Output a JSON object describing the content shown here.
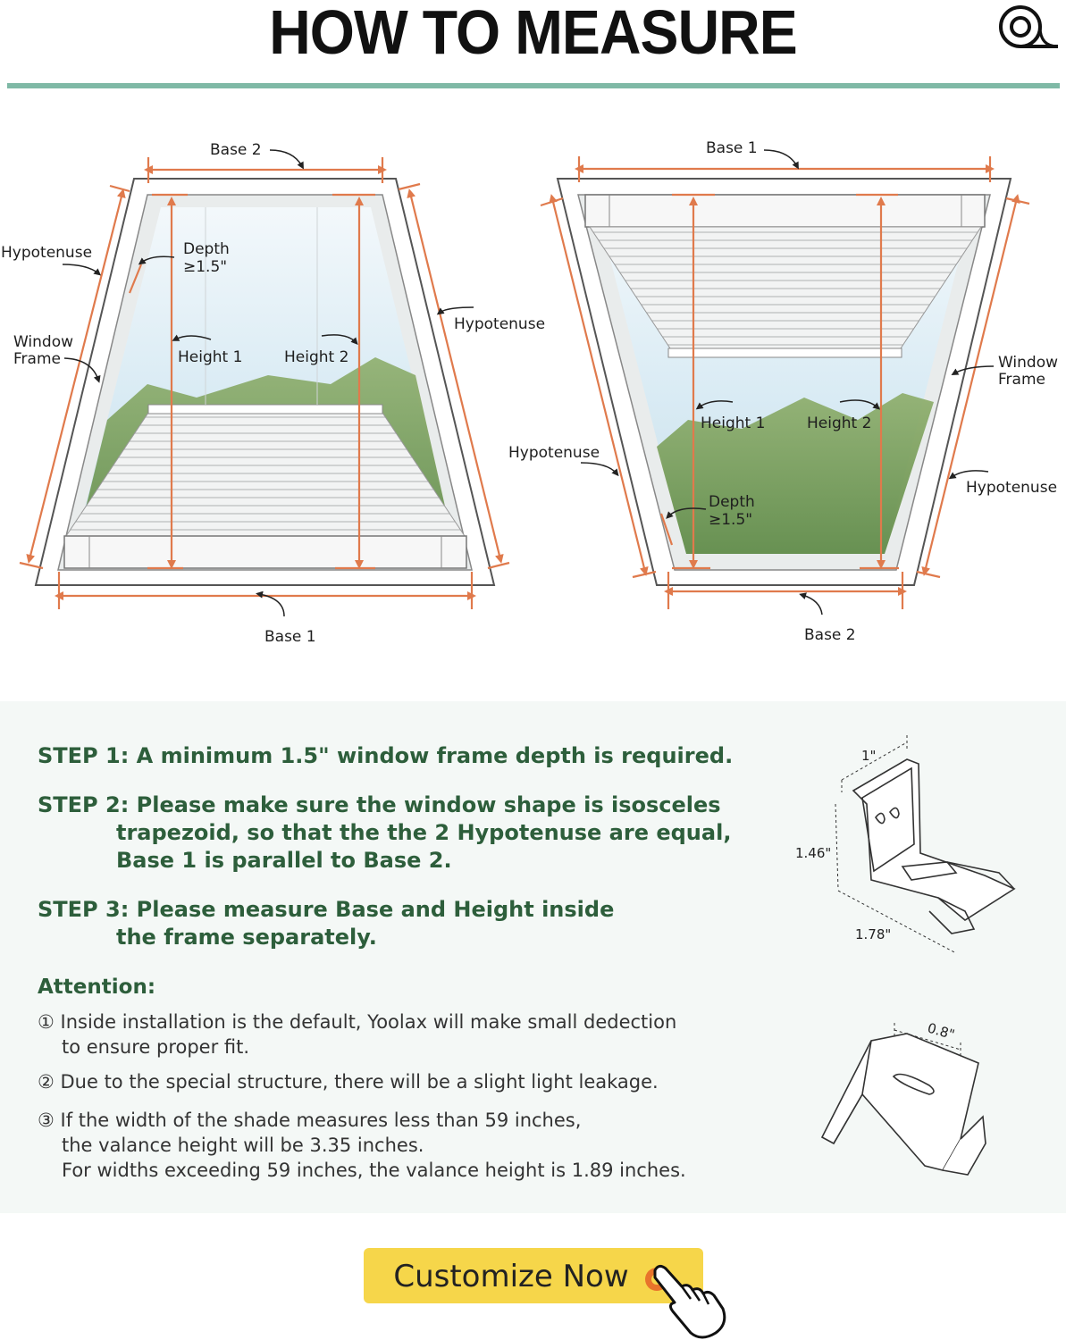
{
  "header": {
    "title": "HOW TO MEASURE"
  },
  "colors": {
    "accent_rule": "#7fb9a6",
    "measure_lines": "#e07a4c",
    "step_text": "#2d5e3b",
    "button": "#f6d64a"
  },
  "diagram_left": {
    "base_top": "Base 2",
    "base_bottom": "Base 1",
    "hypotenuse_left": "Hypotenuse",
    "hypotenuse_right": "Hypotenuse",
    "window_frame_1": "Window",
    "window_frame_2": "Frame",
    "depth_1": "Depth",
    "depth_2": "≥1.5\"",
    "height_1": "Height 1",
    "height_2": "Height 2"
  },
  "diagram_right": {
    "base_top": "Base 1",
    "base_bottom": "Base 2",
    "hypotenuse_left": "Hypotenuse",
    "hypotenuse_right": "Hypotenuse",
    "window_frame_1": "Window",
    "window_frame_2": "Frame",
    "depth_1": "Depth",
    "depth_2": "≥1.5\"",
    "height_1": "Height 1",
    "height_2": "Height 2"
  },
  "steps": [
    {
      "lines": [
        "STEP 1: A minimum 1.5\" window frame depth is required."
      ]
    },
    {
      "lines": [
        "STEP 2: Please make sure the window shape is isosceles",
        "trapezoid, so that the the 2 Hypotenuse are equal,",
        "Base 1 is parallel to Base 2."
      ]
    },
    {
      "lines": [
        "STEP 3: Please measure Base and Height inside",
        "the frame separately."
      ]
    }
  ],
  "attention": {
    "heading": "Attention:",
    "items": [
      {
        "lines": [
          "① Inside installation is the default, Yoolax will make small dedection",
          "to ensure proper fit."
        ]
      },
      {
        "lines": [
          "② Due to the special structure, there will be a slight light leakage."
        ]
      },
      {
        "lines": [
          "③ If the width of the shade measures less than 59 inches,",
          "the valance height will be 3.35 inches.",
          "For widths exceeding 59 inches, the valance height is 1.89 inches."
        ]
      }
    ]
  },
  "bracket_top": {
    "dim_width": "1\"",
    "dim_height": "1.46\"",
    "dim_depth": "1.78\""
  },
  "bracket_bottom": {
    "dim_width": "0.8\""
  },
  "cta": {
    "label": "Customize Now"
  }
}
